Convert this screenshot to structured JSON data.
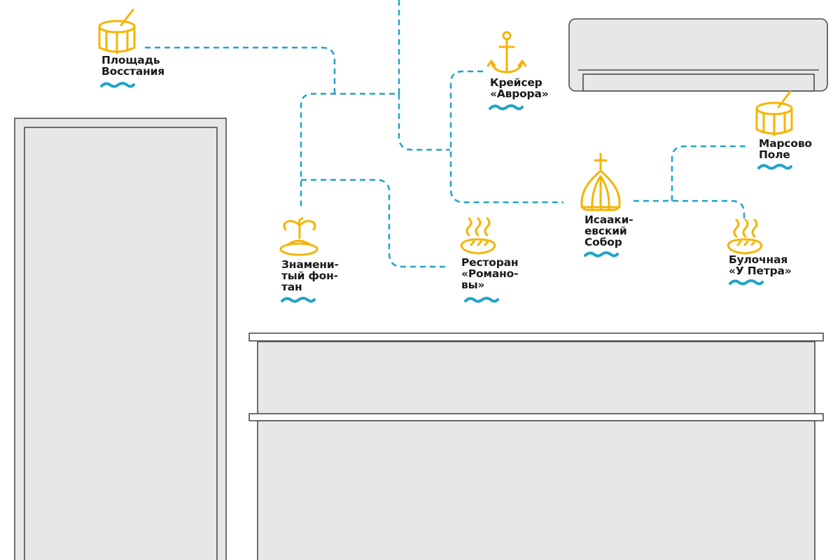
{
  "colors": {
    "route": "#1FA3C8",
    "icon": "#F5B400",
    "wave": "#1FA3C8",
    "furniture_fill": "#E6E7E8",
    "furniture_stroke": "#4D4D4D",
    "text": "#1a1a1a"
  },
  "landmarks": [
    {
      "id": "ploshchad-vosstaniya",
      "icon": "drum-icon",
      "lines": [
        "Площадь",
        "Восстания"
      ]
    },
    {
      "id": "kreiser-avrora",
      "icon": "anchor-icon",
      "lines": [
        "Крейсер",
        "«Аврора»"
      ]
    },
    {
      "id": "marsovo-pole",
      "icon": "drum-icon",
      "lines": [
        "Марсово",
        "Поле"
      ]
    },
    {
      "id": "isaakievsky-sobor",
      "icon": "dome-icon",
      "lines": [
        "Исааки-",
        "евский",
        "Собор"
      ]
    },
    {
      "id": "znamenity-fontan",
      "icon": "fountain-icon",
      "lines": [
        "Знамени-",
        "тый фон-",
        "тан"
      ]
    },
    {
      "id": "restoran-romanovy",
      "icon": "bread-icon",
      "lines": [
        "Ресторан",
        "«Романо-",
        "вы»"
      ]
    },
    {
      "id": "bulochnaya-u-petra",
      "icon": "bread-icon",
      "lines": [
        "Булочная",
        "«У Петра»"
      ]
    }
  ]
}
